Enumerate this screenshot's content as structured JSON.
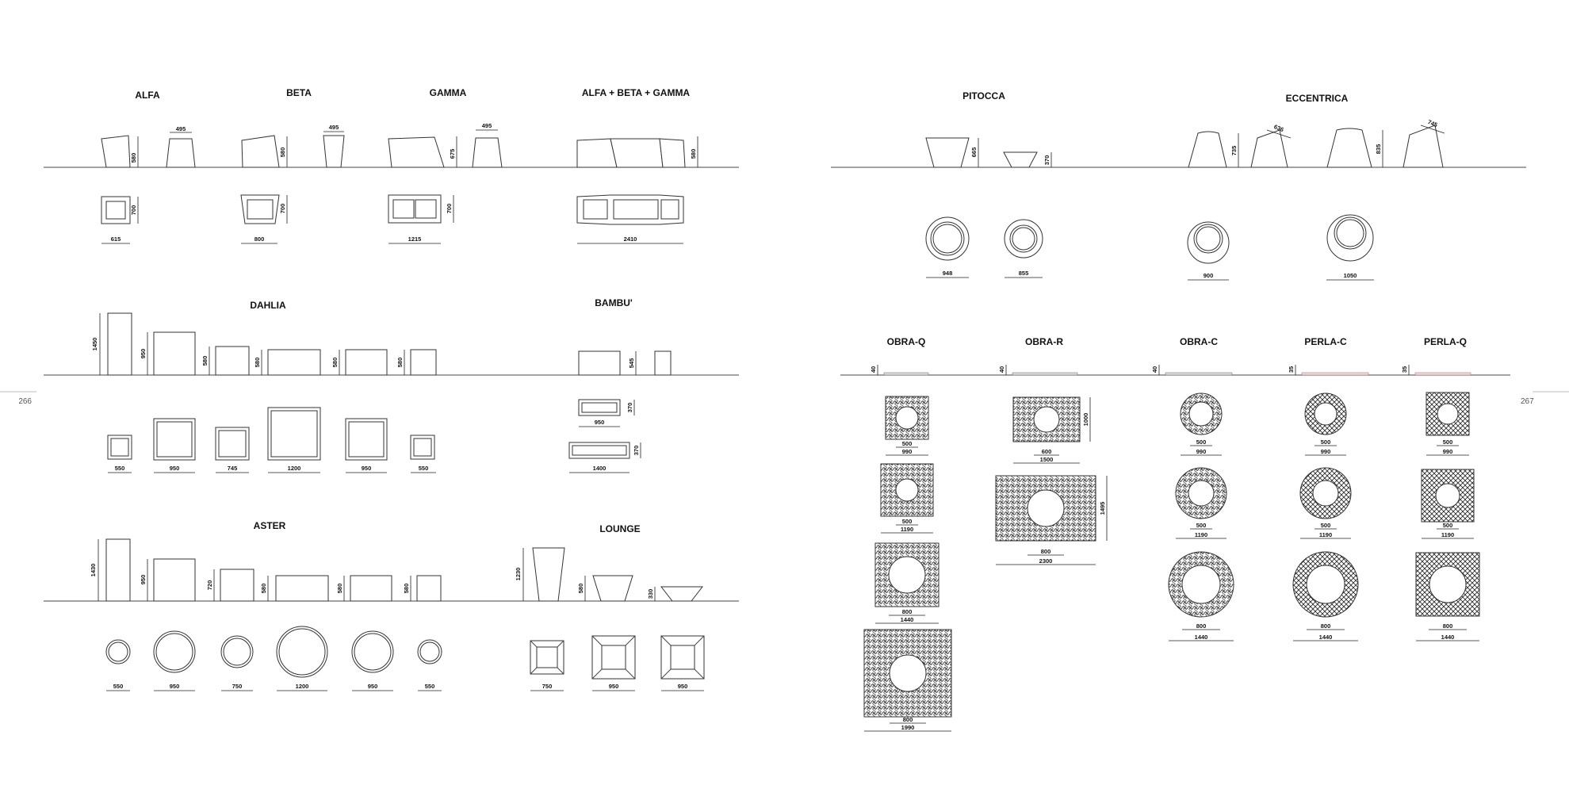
{
  "pages": {
    "left": "266",
    "right": "267"
  },
  "products": {
    "alfa": {
      "title": "ALFA",
      "h": "580",
      "w": "495",
      "depth": "700",
      "width": "615"
    },
    "beta": {
      "title": "BETA",
      "h": "580",
      "w": "495",
      "depth": "700",
      "width": "800"
    },
    "gamma": {
      "title": "GAMMA",
      "h": "675",
      "w": "495",
      "depth": "700",
      "width": "1215"
    },
    "combo": {
      "title": "ALFA + BETA + GAMMA",
      "h": "580",
      "width": "2410"
    },
    "pitocca": {
      "title": "PITOCCA",
      "h1": "665",
      "h2": "370",
      "d1": "948",
      "d2": "855"
    },
    "eccentrica": {
      "title": "ECCENTRICA",
      "h1": "735",
      "s1": "636",
      "h2": "835",
      "s2": "745",
      "d1": "900",
      "d2": "1050"
    },
    "dahlia": {
      "title": "DAHLIA",
      "heights": [
        "1450",
        "950",
        "580",
        "580",
        "580",
        "580"
      ],
      "widths": [
        "550",
        "950",
        "745",
        "1200",
        "950",
        "550"
      ]
    },
    "bambu": {
      "title": "BAMBU'",
      "h": "545",
      "d1": "370",
      "d2": "370",
      "w1": "950",
      "w2": "1400"
    },
    "aster": {
      "title": "ASTER",
      "heights": [
        "1430",
        "950",
        "720",
        "580",
        "580",
        "580"
      ],
      "widths": [
        "550",
        "950",
        "750",
        "1200",
        "950",
        "550"
      ]
    },
    "lounge": {
      "title": "LOUNGE",
      "heights": [
        "1230",
        "580",
        "330"
      ],
      "widths": [
        "750",
        "950",
        "950"
      ]
    },
    "obra_q": {
      "title": "OBRA-Q",
      "h": "40",
      "inner": [
        "500",
        "500",
        "800",
        "800"
      ],
      "outer": [
        "990",
        "1190",
        "1440",
        "1990"
      ]
    },
    "obra_r": {
      "title": "OBRA-R",
      "h": "40",
      "inner": [
        "600",
        "800"
      ],
      "outer": [
        "1500",
        "2300"
      ],
      "depth": [
        "1000",
        "1495"
      ]
    },
    "obra_c": {
      "title": "OBRA-C",
      "h": "40",
      "inner": [
        "500",
        "500",
        "800"
      ],
      "outer": [
        "990",
        "1190",
        "1440"
      ]
    },
    "perla_c": {
      "title": "PERLA-C",
      "h": "35",
      "inner": [
        "500",
        "500",
        "800"
      ],
      "outer": [
        "990",
        "1190",
        "1440"
      ]
    },
    "perla_q": {
      "title": "PERLA-Q",
      "h": "35",
      "inner": [
        "500",
        "500",
        "800"
      ],
      "outer": [
        "990",
        "1190",
        "1440"
      ]
    }
  }
}
